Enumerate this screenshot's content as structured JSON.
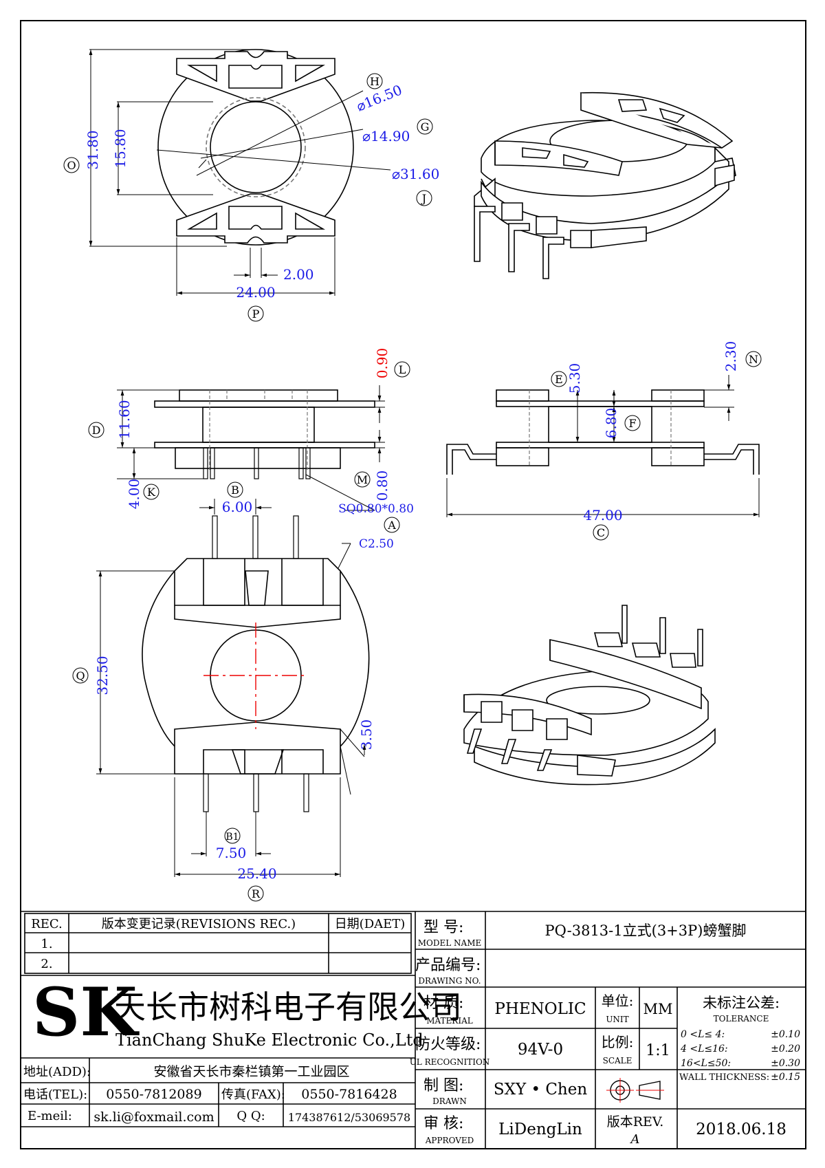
{
  "top_view": {
    "dims": {
      "o": "31.80",
      "d1": "15.80",
      "h": "⌀16.50",
      "g": "⌀14.90",
      "j": "⌀31.60",
      "slot": "2.00",
      "p": "24.00"
    },
    "labels": {
      "h": "H",
      "g": "G",
      "j": "J",
      "o": "O",
      "p": "P"
    }
  },
  "side_view": {
    "dims": {
      "l": "0.90",
      "d": "11.60",
      "m": "0.80",
      "k": "4.00",
      "a": "SQ0.80*0.80"
    },
    "labels": {
      "l": "L",
      "d": "D",
      "m": "M",
      "k": "K",
      "b": "B",
      "a": "A"
    }
  },
  "front_view": {
    "dims": {
      "e": "5.30",
      "f": "6.80",
      "n": "2.30",
      "c": "47.00"
    },
    "labels": {
      "e": "E",
      "f": "F",
      "n": "N",
      "c": "C"
    }
  },
  "bottom_view": {
    "dims": {
      "b": "6.00",
      "chamfer": "C2.50",
      "q": "32.50",
      "w": "3.50",
      "b1": "7.50",
      "r": "25.40"
    },
    "labels": {
      "q": "Q",
      "b1": "B1",
      "r": "R"
    }
  },
  "title_block": {
    "rev_header": {
      "rec": "REC.",
      "desc": "版本变更记录(REVISIONS REC.)",
      "date": "日期(DAET)"
    },
    "rev_rows": [
      "1.",
      "2."
    ],
    "company_cn": "天长市树科电子有限公司",
    "company_en": "TianChang ShuKe Electronic Co.,Ltd",
    "address_label": "地址(ADD):",
    "address": "安徽省天长市秦栏镇第一工业园区",
    "tel_label": "电话(TEL):",
    "tel": "0550-7812089",
    "fax_label": "传真(FAX):",
    "fax": "0550-7816428",
    "email_label": "E-meil:",
    "email": "sk.li@foxmail.com",
    "qq_label": "Q Q:",
    "qq": "174387612/53069578",
    "model_label_cn": "型   号:",
    "model_label_en": "MODEL NAME",
    "model": "PQ-3813-1立式(3+3P)螃蟹脚",
    "drawing_label_cn": "产品编号:",
    "drawing_label_en": "DRAWING NO.",
    "drawing_no": "",
    "material_label_cn": "材   质:",
    "material_label_en": "MATERIAL",
    "material": "PHENOLIC",
    "unit_label_cn": "单位:",
    "unit_label_en": "UNIT",
    "unit": "MM",
    "fire_label_cn": "防火等级:",
    "fire_label_en": "UL RECOGNITION",
    "fire": "94V-0",
    "scale_label_cn": "比例:",
    "scale_label_en": "SCALE",
    "scale": "1:1",
    "drawn_label_cn": "制   图:",
    "drawn_label_en": "DRAWN",
    "drawn": "SXY • Chen",
    "approved_label_cn": "审   核:",
    "approved_label_en": "APPROVED",
    "approved": "LiDengLin",
    "rev_label": "版本REV.",
    "rev": "A",
    "date": "2018.06.18",
    "tol_title": "未标注公差:",
    "tol_sub": "TOLERANCE",
    "tol_rows": [
      {
        "range": "0 <L≤ 4:",
        "val": "±0.10"
      },
      {
        "range": "4 <L≤16:",
        "val": "±0.20"
      },
      {
        "range": "16<L≤50:",
        "val": "±0.30"
      }
    ],
    "wall": "WALL THICKNESS:",
    "wall_val": "±0.15"
  }
}
